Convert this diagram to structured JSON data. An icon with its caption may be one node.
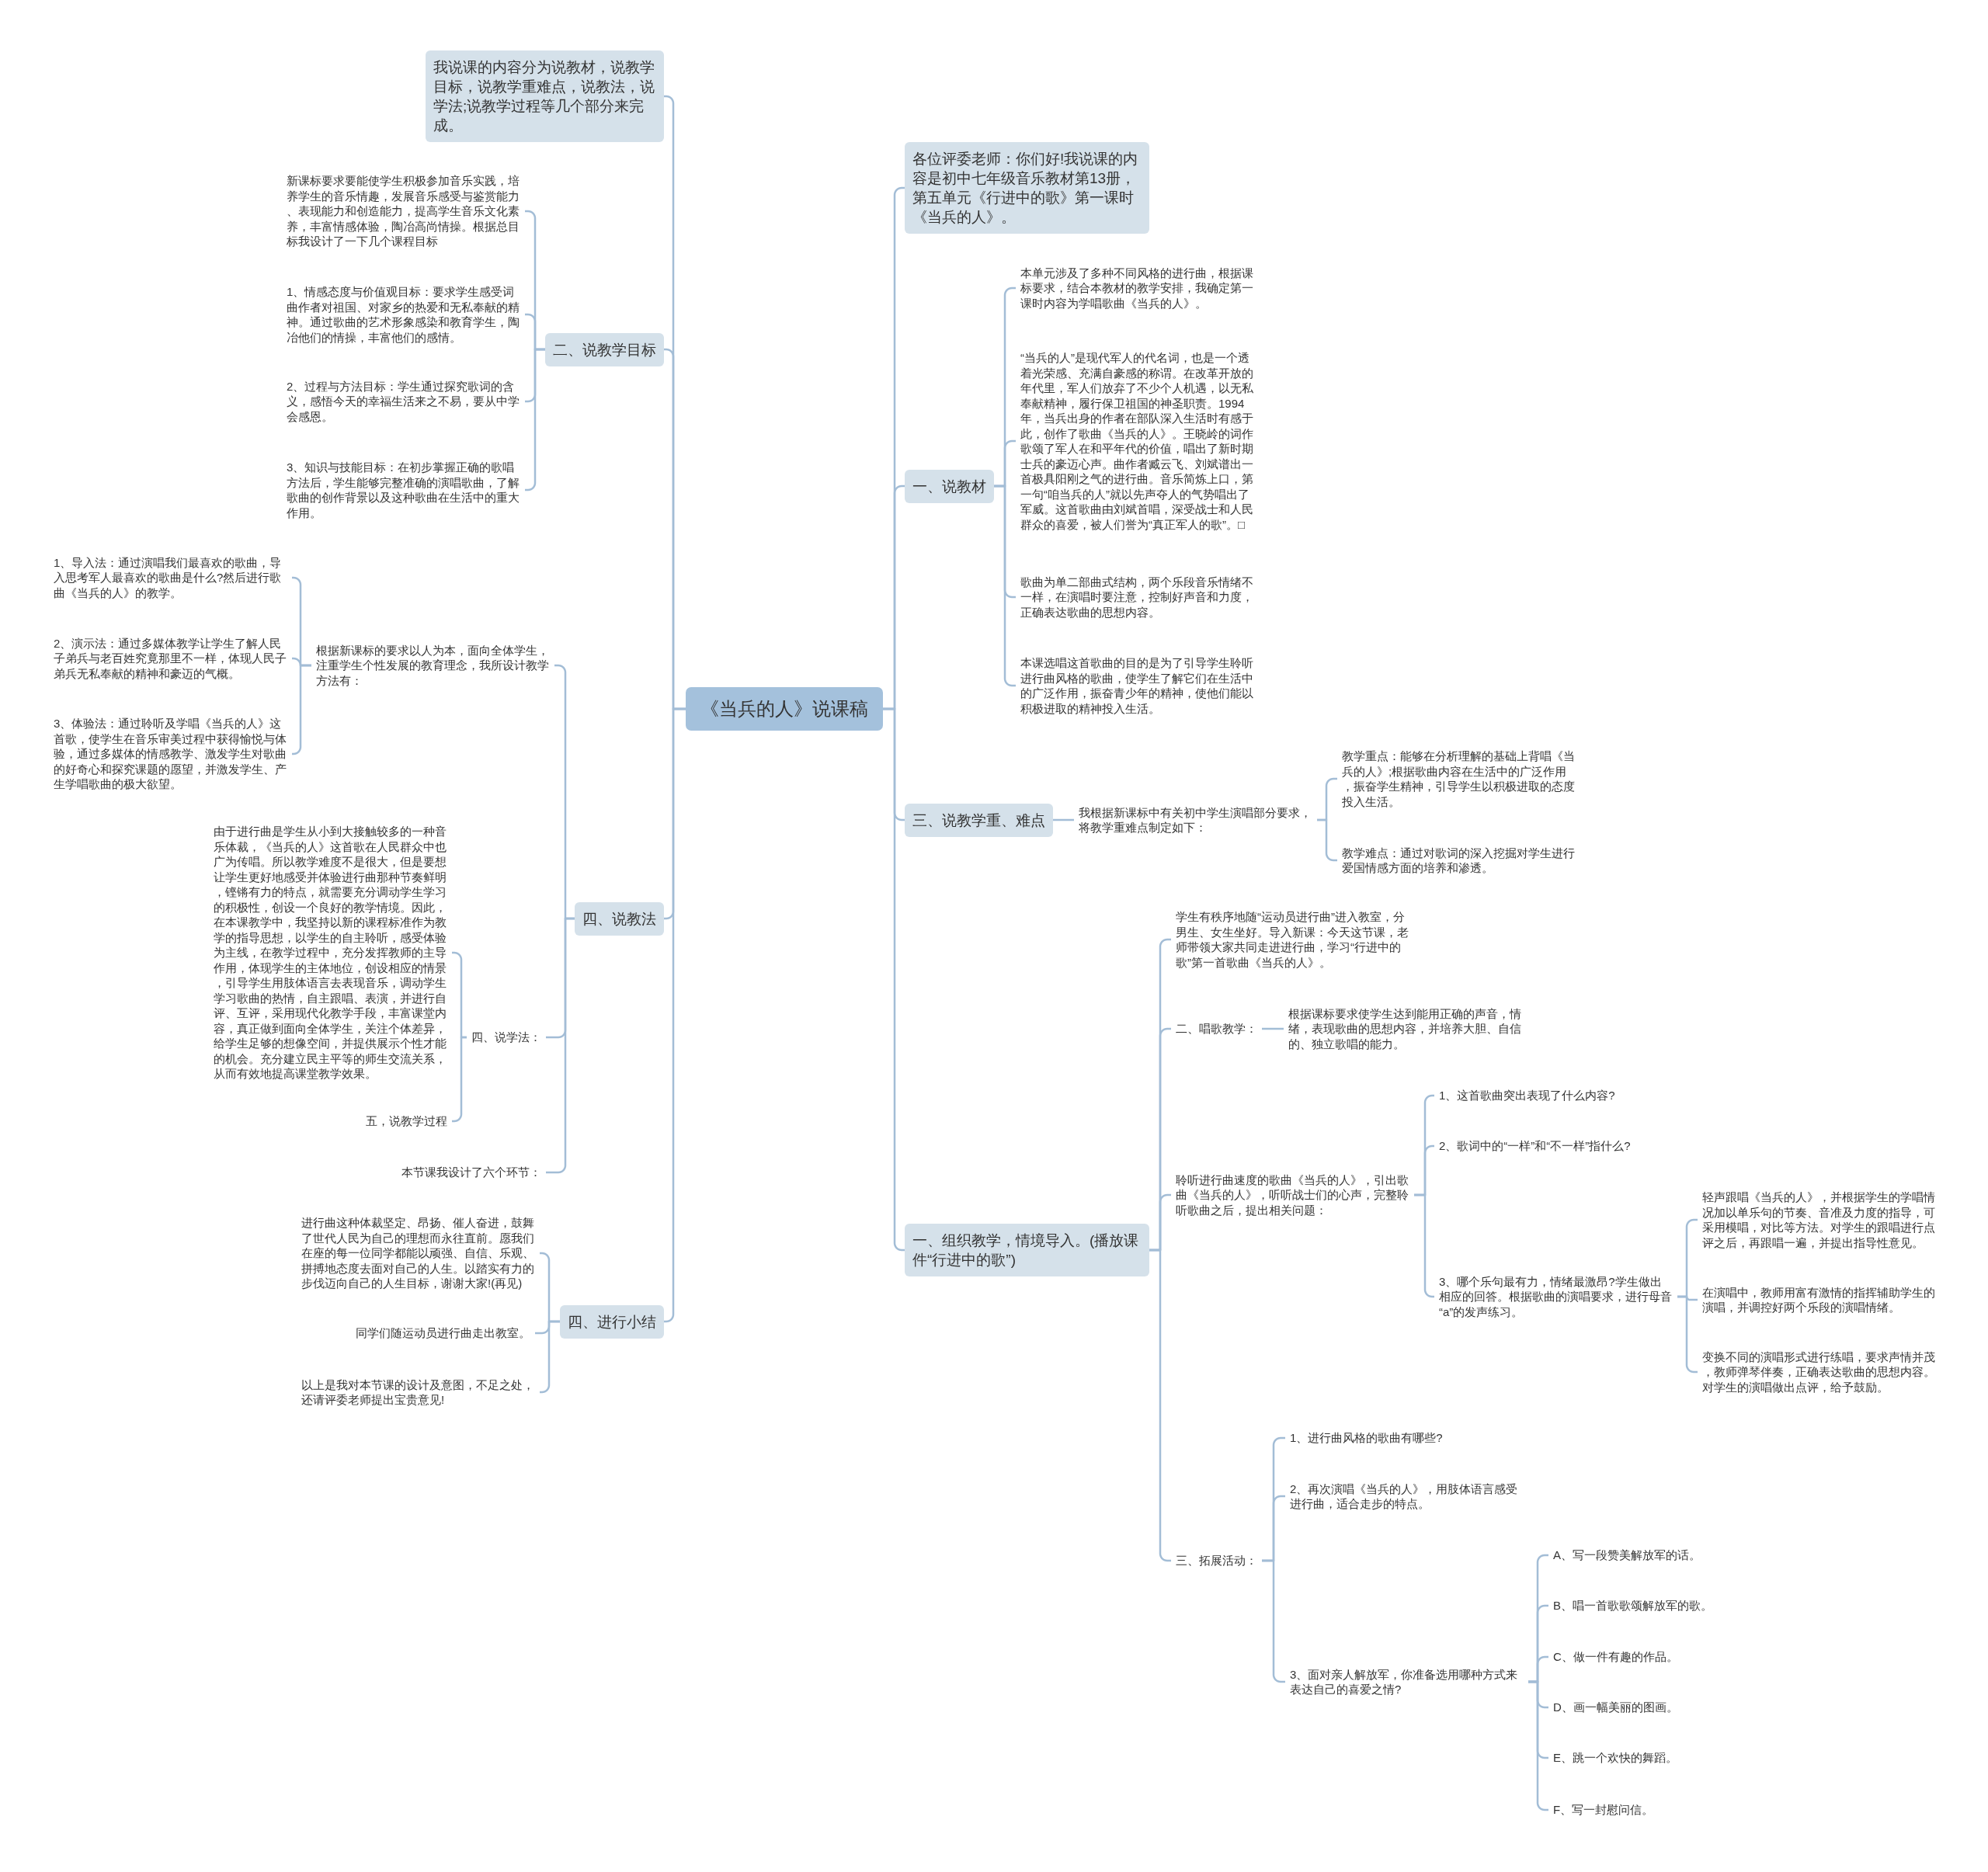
{
  "diagram": {
    "nodes": [
      {
        "text": [
          "《当兵的人》说课稿"
        ]
      },
      {
        "text": [
          "我说课的内容分为说教材，说教学目标，说教学重难点，说教法，说学法;说教学过程等几个部分来完成。"
        ]
      },
      {
        "text": [
          "二、说教学目标"
        ]
      },
      {
        "text": [
          "新课标要求要能使学生积极参加音乐实践，培养学生的音乐情趣，发展音乐感受与鉴赏能力、表现能力和创造能力，提高学生音乐文化素养，丰富情感体验，陶冶高尚情操。根据总目标我设计了一下几个课程目标"
        ]
      },
      {
        "text": [
          "1、情感态度与价值观目标：要求学生感受词曲作者对祖国、对家乡的热爱和无私奉献的精神。通过歌曲的艺术形象感染和教育学生，陶冶他们的情操，丰富他们的感情。"
        ]
      },
      {
        "text": [
          "2、过程与方法目标：学生通过探究歌词的含义，感悟今天的幸福生活来之不易，要从中学会感恩。"
        ]
      },
      {
        "text": [
          "3、知识与技能目标：在初步掌握正确的歌唱方法后，学生能够完整准确的演唱歌曲，了解歌曲的创作背景以及这种歌曲在生活中的重大作用。"
        ]
      },
      {
        "text": [
          "四、说教法"
        ]
      },
      {
        "text": [
          "根据新课标的要求以人为本，面向全体学生，注重学生个性发展的教育理念，我所设计教学方法有："
        ]
      },
      {
        "text": [
          "1、导入法：通过演唱我们最喜欢的歌曲，导入思考军人最喜欢的歌曲是什么?然后进行歌曲《当兵的人》的教学。"
        ]
      },
      {
        "text": [
          "2、演示法：通过多媒体教学让学生了解人民子弟兵与老百姓究竟那里不一样，体现人民子弟兵无私奉献的精神和豪迈的气概。"
        ]
      },
      {
        "text": [
          "3、体验法：通过聆听及学唱《当兵的人》这首歌，使学生在音乐审美过程中获得愉悦与体验，通过多媒体的情感教学、激发学生对歌曲的好奇心和探究课题的愿望，并激发学生、产生学唱歌曲的极大欲望。"
        ]
      },
      {
        "text": [
          "四、说学法："
        ]
      },
      {
        "text": [
          "由于进行曲是学生从小到大接触较多的一种音乐体裁，《当兵的人》这首歌在人民群众中也广为传唱。所以教学难度不是很大，但是要想让学生更好地感受并体验进行曲那种节奏鲜明，铿锵有力的特点，就需要充分调动学生学习的积极性，创设一个良好的教学情境。因此，在本课教学中，我坚持以新的课程标准作为教学的指导思想，以学生的自主聆听，感受体验为主线，在教学过程中，充分发挥教师的主导作用，体现学生的主体地位，创设相应的情景，引导学生用肢体语言去表现音乐，调动学生学习歌曲的热情，自主跟唱、表演，并进行自评、互评，采用现代化教学手段，丰富课堂内容，真正做到面向全体学生，关注个体差异，给学生足够的想像空间，并提供展示个性才能的机会。充分建立民主平等的师生交流关系，从而有效地提高课堂教学效果。"
        ]
      },
      {
        "text": [
          "五，说教学过程"
        ]
      },
      {
        "text": [
          "本节课我设计了六个环节："
        ]
      },
      {
        "text": [
          "四、进行小结"
        ]
      },
      {
        "text": [
          "进行曲这种体裁坚定、昂扬、催人奋进，鼓舞了世代人民为自己的理想而永往直前。愿我们在座的每一位同学都能以顽强、自信、乐观、拼搏地态度去面对自己的人生。以踏实有力的步伐迈向自己的人生目标，谢谢大家!(再见)"
        ]
      },
      {
        "text": [
          "同学们随运动员进行曲走出教室。"
        ]
      },
      {
        "text": [
          "以上是我对本节课的设计及意图，不足之处，还请评委老师提出宝贵意见!"
        ]
      },
      {
        "text": [
          "各位评委老师：你们好!我说课的内容是初中七年级音乐教材第13册，第五单元《行进中的歌》第一课时《当兵的人》。"
        ]
      },
      {
        "text": [
          "一、说教材"
        ]
      },
      {
        "text": [
          "本单元涉及了多种不同风格的进行曲，根据课标要求，结合本教材的教学安排，我确定第一课时内容为学唱歌曲《当兵的人》。"
        ]
      },
      {
        "text": [
          "“当兵的人”是现代军人的代名词，也是一个透着光荣感、充满自豪感的称谓。在改革开放的年代里，军人们放弃了不少个人机遇，以无私奉献精神，履行保卫祖国的神圣职责。1994年，当兵出身的作者在部队深入生活时有感于此，创作了歌曲《当兵的人》。王晓岭的词作歌颂了军人在和平年代的价值，唱出了新时期士兵的豪迈心声。曲作者臧云飞、刘斌谱出一首极具阳刚之气的进行曲。音乐简炼上口，第一句“咱当兵的人”就以先声夺人的气势唱出了军威。这首歌曲由刘斌首唱，深受战士和人民群众的喜爱，被人们誉为“真正军人的歌”。□"
        ]
      },
      {
        "text": [
          "歌曲为单二部曲式结构，两个乐段音乐情绪不一样，在演唱时要注意，控制好声音和力度，正确表达歌曲的思想内容。"
        ]
      },
      {
        "text": [
          "本课选唱这首歌曲的目的是为了引导学生聆听进行曲风格的歌曲，使学生了解它们在生活中的广泛作用，振奋青少年的精神，使他们能以积极进取的精神投入生活。"
        ]
      },
      {
        "text": [
          "三、说教学重、难点"
        ]
      },
      {
        "text": [
          "我根据新课标中有关初中学生演唱部分要求，将教学重难点制定如下："
        ]
      },
      {
        "text": [
          "教学重点：能够在分析理解的基础上背唱《当兵的人》;根据歌曲内容在生活中的广泛作用，振奋学生精神，引导学生以积极进取的态度投入生活。"
        ]
      },
      {
        "text": [
          "教学难点：通过对歌词的深入挖掘对学生进行爱国情感方面的培养和渗透。"
        ]
      },
      {
        "text": [
          "一、组织教学，情境导入。(播放课件“行进中的歌”)"
        ]
      },
      {
        "text": [
          "学生有秩序地随“运动员进行曲”进入教室，分男生、女生坐好。导入新课：今天这节课，老师带领大家共同走进进行曲，学习“行进中的歌”第一首歌曲《当兵的人》。"
        ]
      },
      {
        "text": [
          "二、唱歌教学："
        ]
      },
      {
        "text": [
          "根据课标要求使学生达到能用正确的声音，情绪，表现歌曲的思想内容，并培养大胆、自信的、独立歌唱的能力。"
        ]
      },
      {
        "text": [
          "聆听进行曲速度的歌曲《当兵的人》，引出歌曲《当兵的人》，听听战士们的心声，完整聆听歌曲之后，提出相关问题："
        ]
      },
      {
        "text": [
          "1、这首歌曲突出表现了什么内容?"
        ]
      },
      {
        "text": [
          "2、歌词中的“一样”和“不一样”指什么?"
        ]
      },
      {
        "text": [
          "3、哪个乐句最有力，情绪最激昂?学生做出相应的回答。根据歌曲的演唱要求，进行母音“a”的发声练习。"
        ]
      },
      {
        "text": [
          "轻声跟唱《当兵的人》，并根据学生的学唱情况加以单乐句的节奏、音准及力度的指导，可采用模唱，对比等方法。对学生的跟唱进行点评之后，再跟唱一遍，并提出指导性意见。"
        ]
      },
      {
        "text": [
          "在演唱中，教师用富有激情的指挥辅助学生的演唱，并调控好两个乐段的演唱情绪。"
        ]
      },
      {
        "text": [
          "变换不同的演唱形式进行练唱，要求声情并茂，教师弹琴伴奏，正确表达歌曲的思想内容。对学生的演唱做出点评，给予鼓励。"
        ]
      },
      {
        "text": [
          "三、拓展活动："
        ]
      },
      {
        "text": [
          "1、进行曲风格的歌曲有哪些?"
        ]
      },
      {
        "text": [
          "2、再次演唱《当兵的人》，用肢体语言感受进行曲，适合走步的特点。"
        ]
      },
      {
        "text": [
          "3、面对亲人解放军，你准备选用哪种方式来表达自己的喜爱之情?"
        ]
      },
      {
        "text": [
          "A、写一段赞美解放军的话。"
        ]
      },
      {
        "text": [
          "B、唱一首歌歌颂解放军的歌。"
        ]
      },
      {
        "text": [
          "C、做一件有趣的作品。"
        ]
      },
      {
        "text": [
          "D、画一幅美丽的图画。"
        ]
      },
      {
        "text": [
          "E、跳一个欢快的舞蹈。"
        ]
      },
      {
        "text": [
          "F、写一封慰问信。"
        ]
      }
    ],
    "edges": [
      {
        "from": 0,
        "to": 1,
        "arrow": "none"
      },
      {
        "from": 0,
        "to": 2,
        "arrow": "none"
      },
      {
        "from": 2,
        "to": 3,
        "arrow": "none"
      },
      {
        "from": 2,
        "to": 4,
        "arrow": "none"
      },
      {
        "from": 2,
        "to": 5,
        "arrow": "none"
      },
      {
        "from": 2,
        "to": 6,
        "arrow": "none"
      },
      {
        "from": 0,
        "to": 7,
        "arrow": "none"
      },
      {
        "from": 7,
        "to": 8,
        "arrow": "none"
      },
      {
        "from": 8,
        "to": 9,
        "arrow": "none"
      },
      {
        "from": 8,
        "to": 10,
        "arrow": "none"
      },
      {
        "from": 8,
        "to": 11,
        "arrow": "none"
      },
      {
        "from": 7,
        "to": 12,
        "arrow": "none"
      },
      {
        "from": 12,
        "to": 13,
        "arrow": "none"
      },
      {
        "from": 12,
        "to": 14,
        "arrow": "none"
      },
      {
        "from": 7,
        "to": 15,
        "arrow": "none"
      },
      {
        "from": 0,
        "to": 16,
        "arrow": "none"
      },
      {
        "from": 16,
        "to": 17,
        "arrow": "none"
      },
      {
        "from": 16,
        "to": 18,
        "arrow": "none"
      },
      {
        "from": 16,
        "to": 19,
        "arrow": "none"
      },
      {
        "from": 0,
        "to": 20,
        "arrow": "none"
      },
      {
        "from": 0,
        "to": 21,
        "arrow": "none"
      },
      {
        "from": 21,
        "to": 22,
        "arrow": "none"
      },
      {
        "from": 21,
        "to": 23,
        "arrow": "none"
      },
      {
        "from": 21,
        "to": 24,
        "arrow": "none"
      },
      {
        "from": 21,
        "to": 25,
        "arrow": "none"
      },
      {
        "from": 0,
        "to": 26,
        "arrow": "none"
      },
      {
        "from": 26,
        "to": 27,
        "arrow": "none"
      },
      {
        "from": 27,
        "to": 28,
        "arrow": "none"
      },
      {
        "from": 27,
        "to": 29,
        "arrow": "none"
      },
      {
        "from": 0,
        "to": 30,
        "arrow": "none"
      },
      {
        "from": 30,
        "to": 31,
        "arrow": "none"
      },
      {
        "from": 30,
        "to": 32,
        "arrow": "none"
      },
      {
        "from": 32,
        "to": 33,
        "arrow": "none"
      },
      {
        "from": 30,
        "to": 34,
        "arrow": "none"
      },
      {
        "from": 34,
        "to": 35,
        "arrow": "none"
      },
      {
        "from": 34,
        "to": 36,
        "arrow": "none"
      },
      {
        "from": 34,
        "to": 37,
        "arrow": "none"
      },
      {
        "from": 37,
        "to": 38,
        "arrow": "none"
      },
      {
        "from": 37,
        "to": 39,
        "arrow": "none"
      },
      {
        "from": 37,
        "to": 40,
        "arrow": "none"
      },
      {
        "from": 30,
        "to": 41,
        "arrow": "none"
      },
      {
        "from": 41,
        "to": 42,
        "arrow": "none"
      },
      {
        "from": 41,
        "to": 43,
        "arrow": "none"
      },
      {
        "from": 41,
        "to": 44,
        "arrow": "none"
      },
      {
        "from": 44,
        "to": 45,
        "arrow": "none"
      },
      {
        "from": 44,
        "to": 46,
        "arrow": "none"
      },
      {
        "from": 44,
        "to": 47,
        "arrow": "none"
      },
      {
        "from": 44,
        "to": 48,
        "arrow": "none"
      },
      {
        "from": 44,
        "to": 49,
        "arrow": "none"
      },
      {
        "from": 44,
        "to": 50,
        "arrow": "none"
      }
    ]
  }
}
